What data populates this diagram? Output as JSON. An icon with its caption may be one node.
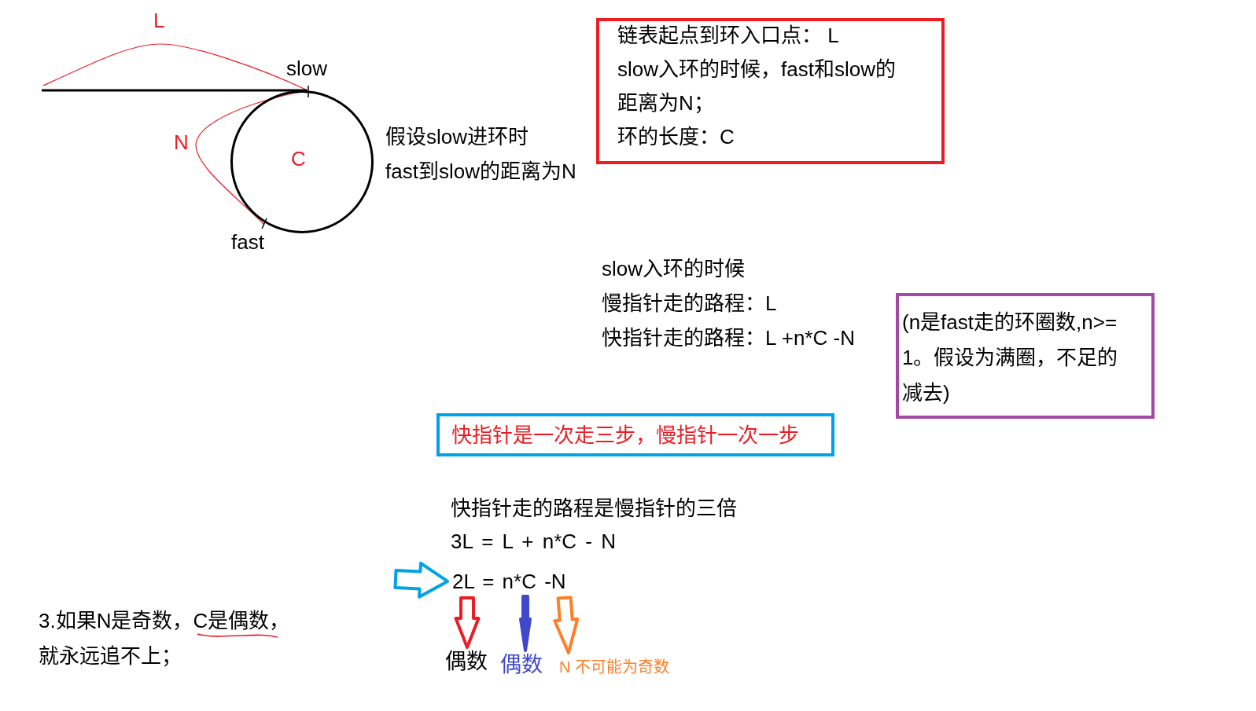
{
  "diagram": {
    "nodes": [
      {
        "text": [
          "C"
        ],
        "beside": [
          "slow",
          "fast"
        ]
      },
      {
        "text": [
          "链表起点到环入口点： L",
          "slow入环的时候，fast和slow的距离为N；",
          "环的长度：C"
        ]
      },
      {
        "text": [
          "(n是fast走的环圈数,n>=1。假设为满圈，不足的减去)"
        ]
      },
      {
        "text": [
          "快指针是一次走三步，慢指针一次一步"
        ]
      },
      {
        "text": [
          "2L = n*C -N"
        ]
      },
      {
        "text": [
          "偶数"
        ]
      },
      {
        "text": [
          "偶数"
        ]
      },
      {
        "text": [
          "N 不可能为奇数"
        ]
      }
    ],
    "edges": [
      {
        "from": null,
        "to": 0,
        "arrow": "none"
      },
      {
        "from": null,
        "to": 4,
        "arrow": "to",
        "color": "#00a2e8"
      },
      {
        "from": 4,
        "to": 5,
        "arrow": "to",
        "color": "#ed1c24"
      },
      {
        "from": 4,
        "to": 6,
        "arrow": "to",
        "color": "#3f48cc"
      },
      {
        "from": 4,
        "to": 7,
        "arrow": "to",
        "color": "#ff7f27"
      }
    ],
    "labels": [
      "L",
      "N",
      "假设slow进环时",
      "fast到slow的距离为N",
      "slow入环的时候",
      "慢指针走的路程：L",
      "快指针走的路程：L +n*C -N",
      "快指针走的路程是慢指针的三倍",
      "3L = L + n*C - N",
      "3.如果N是奇数，C是偶数，",
      "就永远追不上；"
    ]
  }
}
